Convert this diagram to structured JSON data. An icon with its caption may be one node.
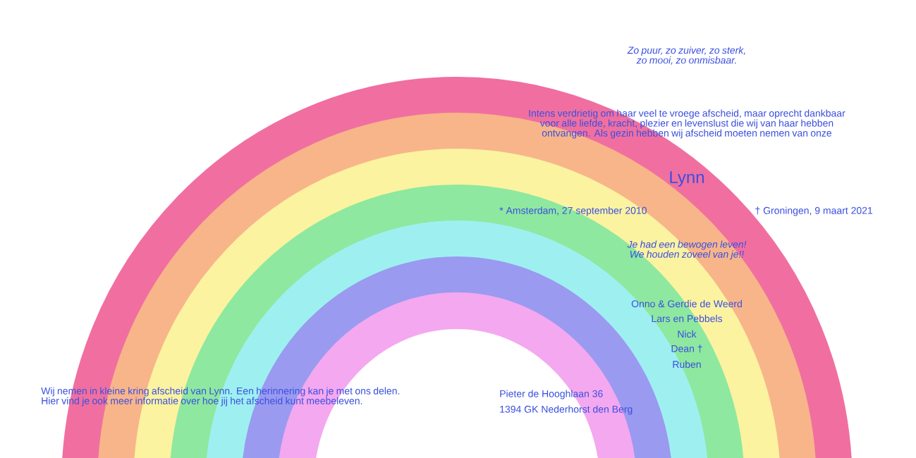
{
  "diagram": {
    "labels": [
      "Zo puur, zo zuiver, zo sterk, zo mooi, zo onmisbaar.",
      "Intens verdrietig om haar veel te vroege afscheid, maar oprecht dankbaar voor alle liefde, kracht, plezier en levenslust die wij van haar hebben ontvangen. Als gezin hebben wij afscheid moeten nemen van onze",
      "Lynn",
      "* Amsterdam, 27 september 2010",
      "† Groningen, 9 maart 2021",
      "Je had een bewogen leven! We houden zoveel van je!!",
      "Onno & Gerdie de Weerd",
      "Lars en Pebbels",
      "Nick",
      "Dean †",
      "Ruben",
      "Wij nemen in kleine kring afscheid van Lynn. Een herinnering kan je met ons delen. Hier vind je ook meer informatie over hoe jij het afscheid kunt meebeleven.",
      "Pieter de Hooghlaan 36",
      "1394 GK Nederhorst den Berg"
    ]
  }
}
